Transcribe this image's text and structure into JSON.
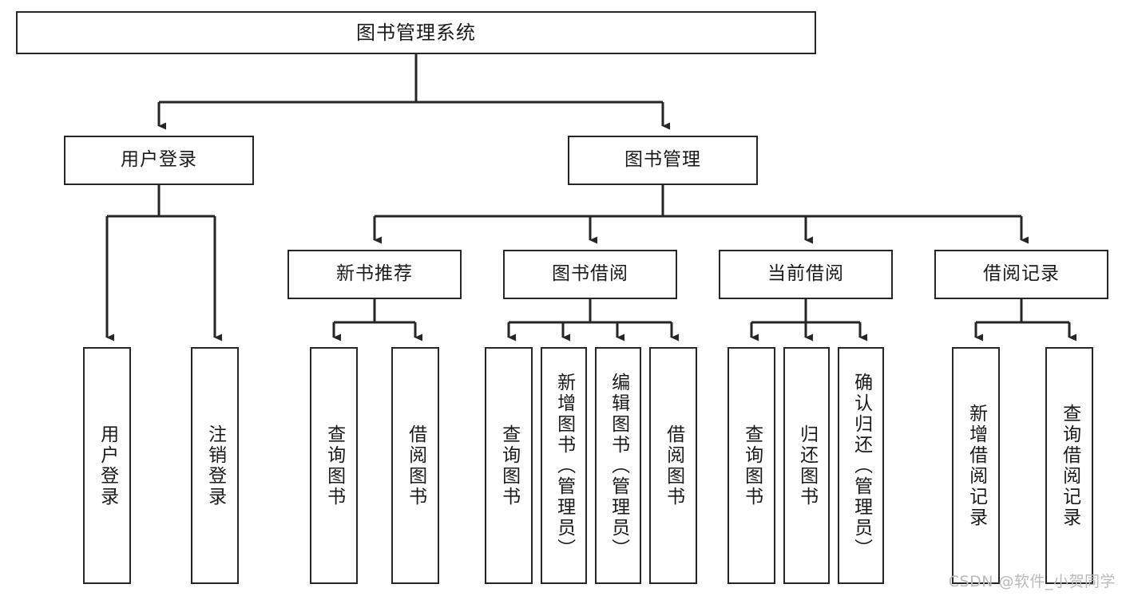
{
  "diagram": {
    "title": "图书管理系统",
    "type": "tree-hierarchy",
    "root": {
      "label": "图书管理系统"
    },
    "level2": [
      {
        "label": "用户登录"
      },
      {
        "label": "图书管理"
      }
    ],
    "level3": [
      {
        "label": "新书推荐"
      },
      {
        "label": "图书借阅"
      },
      {
        "label": "当前借阅"
      },
      {
        "label": "借阅记录"
      }
    ],
    "leaves": [
      {
        "label": "用户登录",
        "parent": "用户登录"
      },
      {
        "label": "注销登录",
        "parent": "用户登录"
      },
      {
        "label": "查询图书",
        "parent": "新书推荐"
      },
      {
        "label": "借阅图书",
        "parent": "新书推荐"
      },
      {
        "label": "查询图书",
        "parent": "图书借阅"
      },
      {
        "label": "新增图书（管理员）",
        "parent": "图书借阅"
      },
      {
        "label": "编辑图书（管理员）",
        "parent": "图书借阅"
      },
      {
        "label": "借阅图书",
        "parent": "图书借阅"
      },
      {
        "label": "查询图书",
        "parent": "当前借阅"
      },
      {
        "label": "归还图书",
        "parent": "当前借阅"
      },
      {
        "label": "确认归还（管理员）",
        "parent": "当前借阅"
      },
      {
        "label": "新增借阅记录",
        "parent": "借阅记录"
      },
      {
        "label": "查询借阅记录",
        "parent": "借阅记录"
      }
    ]
  },
  "watermark": {
    "text": "CSDN @软件_小贺同学"
  },
  "colors": {
    "stroke": "#262626",
    "background": "#ffffff",
    "text": "#1a1a1a",
    "watermark": "#b9b9b9"
  }
}
